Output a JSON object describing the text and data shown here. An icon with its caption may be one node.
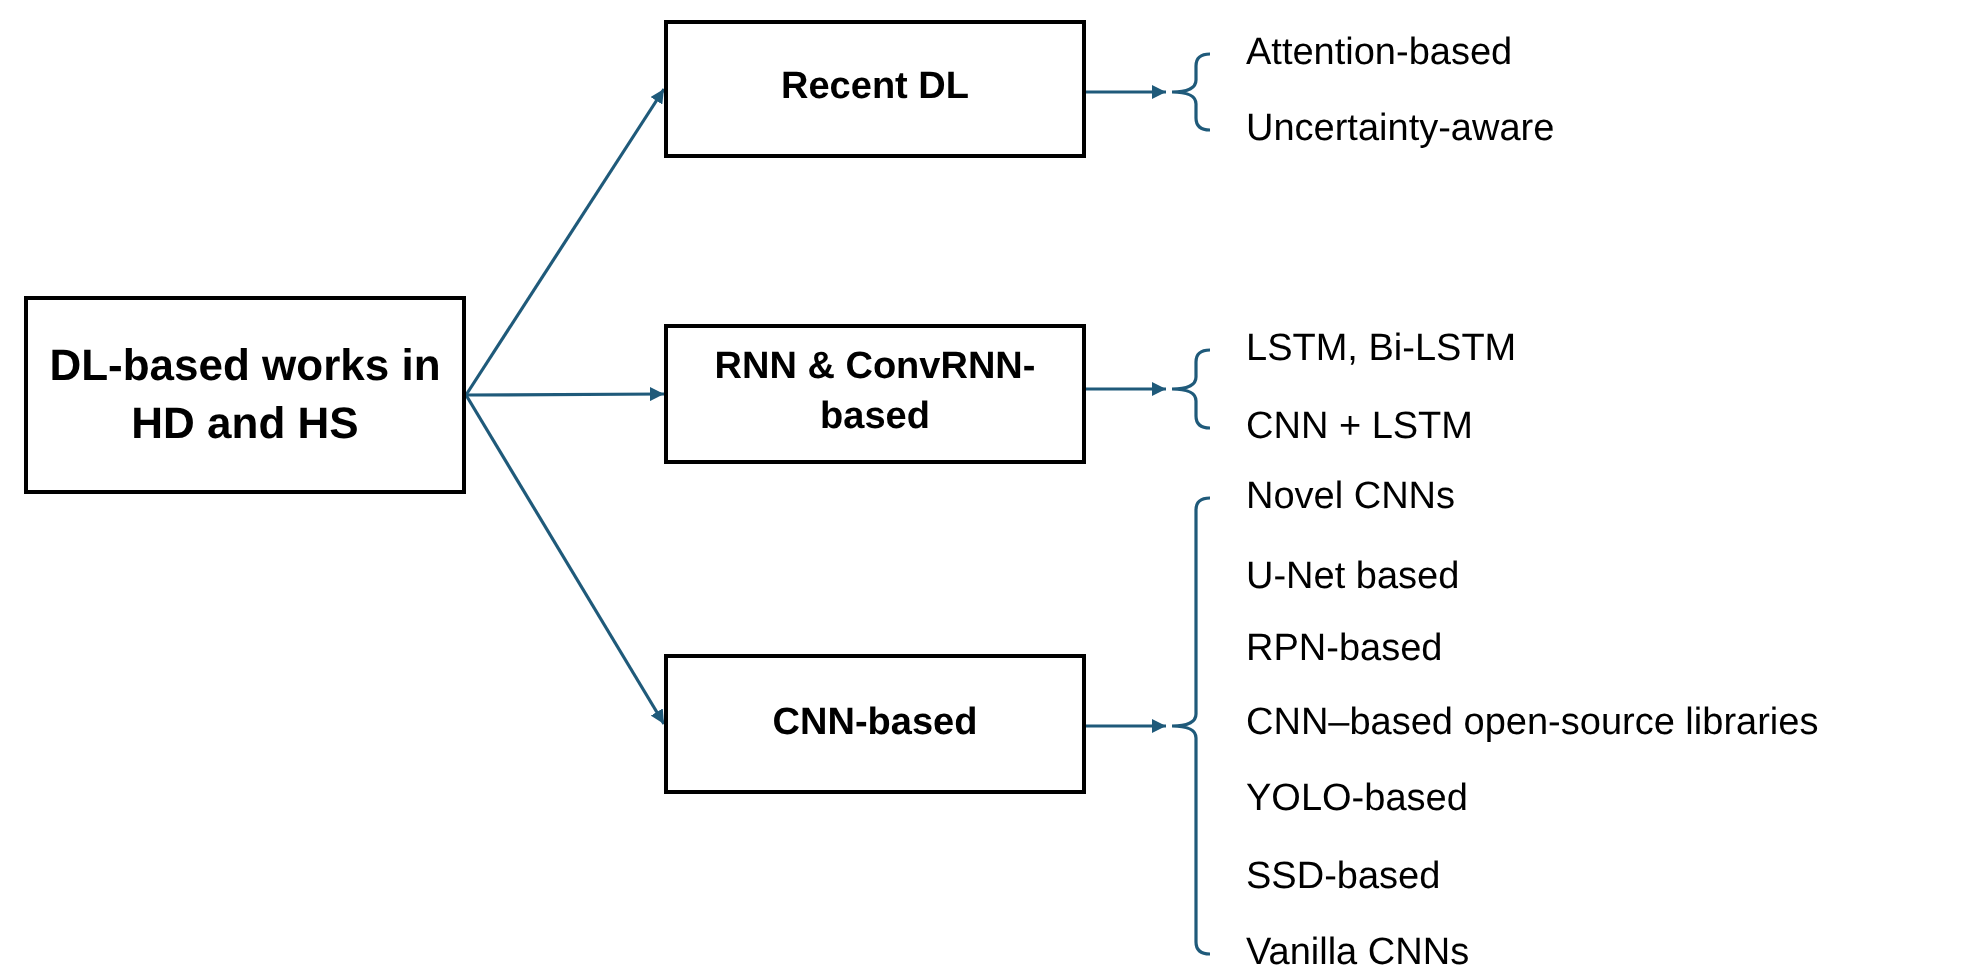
{
  "diagram": {
    "nodes": [
      {
        "text": [
          "DL-based works in HD and HS"
        ]
      },
      {
        "text": [
          "Recent DL"
        ]
      },
      {
        "text": [
          "RNN & ConvRNN-based"
        ]
      },
      {
        "text": [
          "CNN-based"
        ]
      },
      {
        "text": [
          "Attention-based",
          "Uncertainty-aware"
        ]
      },
      {
        "text": [
          "LSTM, Bi-LSTM",
          "CNN + LSTM"
        ]
      },
      {
        "text": [
          "Novel CNNs",
          "U-Net based",
          "RPN-based",
          "CNN–based open-source libraries",
          "YOLO-based",
          "SSD-based",
          "Vanilla CNNs"
        ]
      }
    ],
    "edges": [
      {
        "from": 0,
        "to": 1,
        "arrow": "to"
      },
      {
        "from": 0,
        "to": 2,
        "arrow": "to"
      },
      {
        "from": 0,
        "to": 3,
        "arrow": "to"
      },
      {
        "from": 1,
        "to": 4,
        "arrow": "to"
      },
      {
        "from": 2,
        "to": 5,
        "arrow": "to"
      },
      {
        "from": 3,
        "to": 6,
        "arrow": "to"
      }
    ]
  }
}
